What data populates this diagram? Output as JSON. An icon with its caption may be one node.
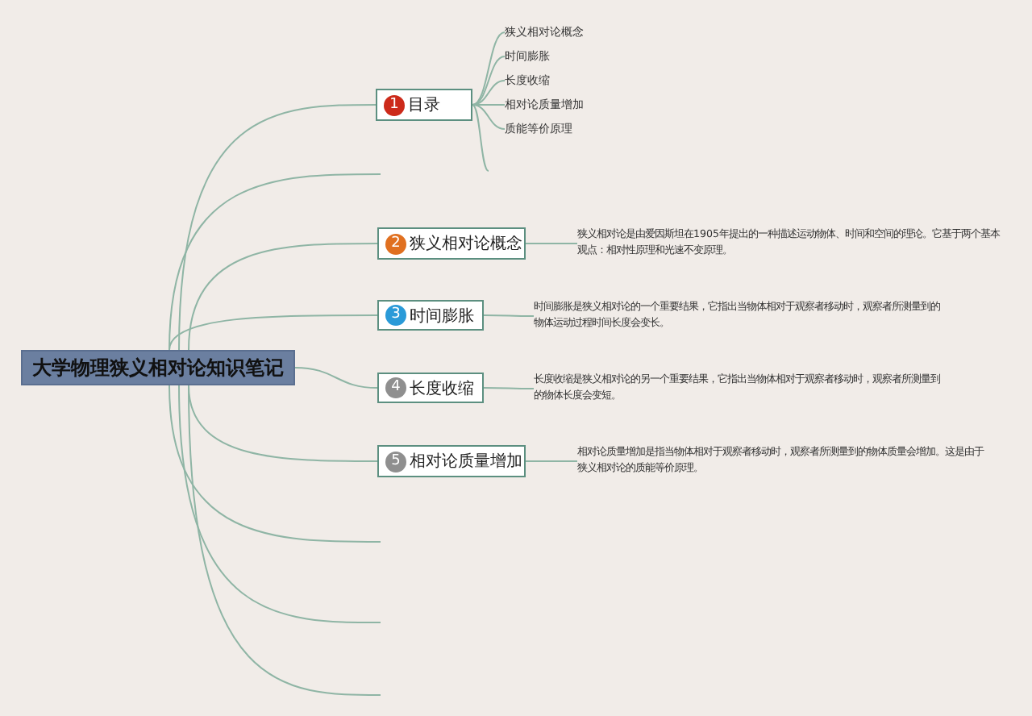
{
  "diagram": {
    "nodes": [
      {
        "text": [
          "大学物理狭义相对论知识笔记"
        ]
      },
      {
        "text": [
          "1",
          "目录"
        ]
      },
      {
        "text": [
          "狭义相对论概念"
        ]
      },
      {
        "text": [
          "时间膨胀"
        ]
      },
      {
        "text": [
          "长度收缩"
        ]
      },
      {
        "text": [
          "相对论质量增加"
        ]
      },
      {
        "text": [
          "质能等价原理"
        ]
      },
      {
        "text": [
          "2",
          "狭义相对论概念"
        ]
      },
      {
        "text": [
          "狭义相对论是由爱因斯坦在1905年提出的一种描述运动物体、时间和空间的理论。它基于两个基本观点：相对性原理和光速不变原理。"
        ]
      },
      {
        "text": [
          "3",
          "时间膨胀"
        ]
      },
      {
        "text": [
          "时间膨胀是狭义相对论的一个重要结果，它指出当物体相对于观察者移动时，观察者所测量到的物体运动过程时间长度会变长。"
        ]
      },
      {
        "text": [
          "4",
          "长度收缩"
        ]
      },
      {
        "text": [
          "长度收缩是狭义相对论的另一个重要结果，它指出当物体相对于观察者移动时，观察者所测量到的物体长度会变短。"
        ]
      },
      {
        "text": [
          "5",
          "相对论质量增加"
        ]
      },
      {
        "text": [
          "相对论质量增加是指当物体相对于观察者移动时，观察者所测量到的物体质量会增加。这是由于狭义相对论的质能等价原理。"
        ]
      }
    ],
    "edges": [
      {
        "from": 0,
        "to": null,
        "arrow": "none"
      },
      {
        "from": 0,
        "to": 1,
        "arrow": "none"
      },
      {
        "from": 0,
        "to": 7,
        "arrow": "none"
      },
      {
        "from": 0,
        "to": 9,
        "arrow": "none"
      },
      {
        "from": 0,
        "to": 11,
        "arrow": "none"
      },
      {
        "from": 0,
        "to": 13,
        "arrow": "none"
      },
      {
        "from": 0,
        "to": null,
        "arrow": "none"
      },
      {
        "from": 0,
        "to": null,
        "arrow": "none"
      },
      {
        "from": 0,
        "to": null,
        "arrow": "none"
      },
      {
        "from": 1,
        "to": 2,
        "arrow": "none"
      },
      {
        "from": 1,
        "to": 3,
        "arrow": "none"
      },
      {
        "from": 1,
        "to": 4,
        "arrow": "none"
      },
      {
        "from": 1,
        "to": 5,
        "arrow": "none"
      },
      {
        "from": 1,
        "to": 6,
        "arrow": "none"
      },
      {
        "from": 1,
        "to": null,
        "arrow": "none"
      },
      {
        "from": 7,
        "to": 8,
        "arrow": "none"
      },
      {
        "from": 9,
        "to": 10,
        "arrow": "none"
      },
      {
        "from": 11,
        "to": 12,
        "arrow": "none"
      },
      {
        "from": 13,
        "to": 14,
        "arrow": "none"
      }
    ]
  }
}
